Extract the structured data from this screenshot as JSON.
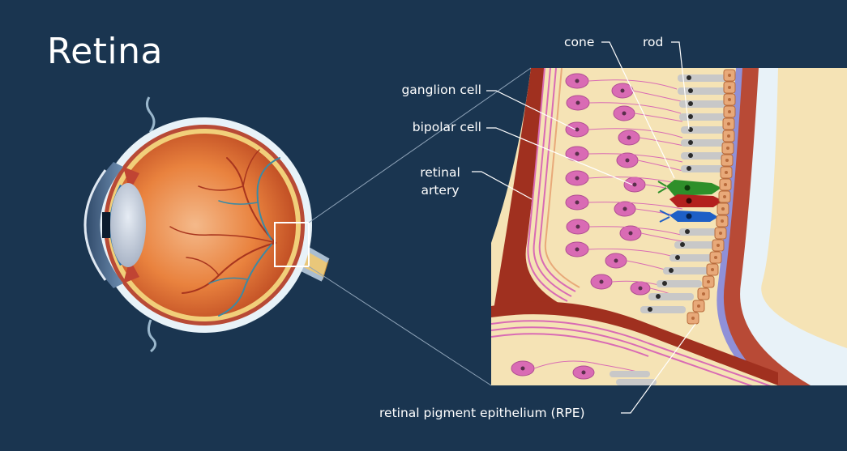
{
  "title": "Retina",
  "labels": {
    "cone": "cone",
    "rod": "rod",
    "ganglion_cell": "ganglion cell",
    "bipolar_cell": "bipolar cell",
    "retinal_artery_line1": "retinal",
    "retinal_artery_line2": "artery",
    "rpe": "retinal pigment epithelium (RPE)"
  },
  "colors": {
    "background": "#1a3550",
    "sclera": "#e8f2f8",
    "choroid": "#b84a36",
    "retina_tissue": "#f5e3b5",
    "ganglion": "#d96bb4",
    "cone_green": "#2f8f2a",
    "cone_red": "#b3201e",
    "cone_blue": "#1e5fc6",
    "rod": "#c8c8c8",
    "rpe": "#e8a979"
  }
}
